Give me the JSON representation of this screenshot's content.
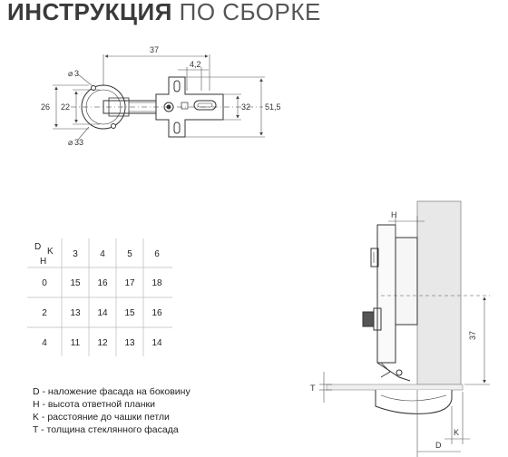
{
  "title": {
    "bold": "ИНСТРУКЦИЯ",
    "light": "ПО СБОРКЕ"
  },
  "top_dims": {
    "d3": "3",
    "d33": "33",
    "h26": "26",
    "h22": "22",
    "w37": "37",
    "w42": "4,2",
    "h32": "32",
    "h515": "51,5"
  },
  "table": {
    "corner_d": "D",
    "corner_k": "K",
    "corner_h": "H",
    "k_values": [
      "3",
      "4",
      "5",
      "6"
    ],
    "rows": [
      {
        "h": "0",
        "values": [
          "15",
          "16",
          "17",
          "18"
        ]
      },
      {
        "h": "2",
        "values": [
          "13",
          "14",
          "15",
          "16"
        ]
      },
      {
        "h": "4",
        "values": [
          "11",
          "12",
          "13",
          "14"
        ]
      }
    ]
  },
  "legend": [
    "D - наложение фасада на боковину",
    "H - высота ответной планки",
    "K - расстояние до чашки петли",
    "T - толщина стеклянного фасада"
  ],
  "side_dims": {
    "h": "H",
    "v37": "37",
    "t": "T",
    "k": "K",
    "d": "D"
  }
}
